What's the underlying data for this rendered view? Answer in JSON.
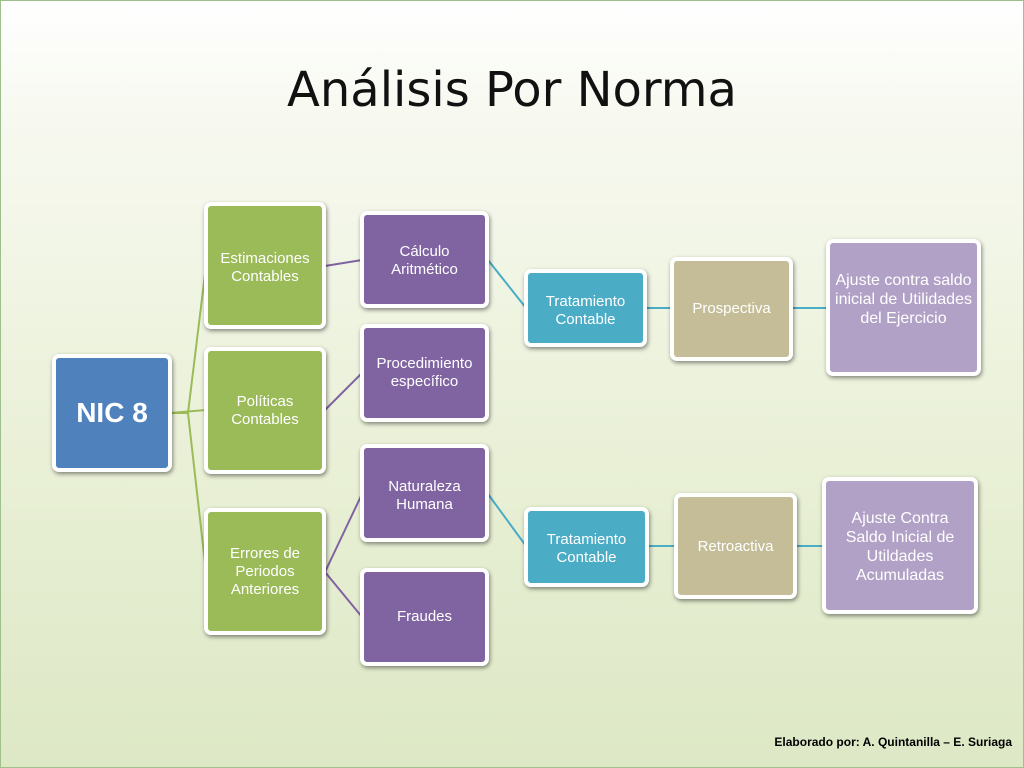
{
  "title": "Análisis Por Norma",
  "footer": "Elaborado por: A. Quintanilla – E. Suriaga",
  "colors": {
    "root": "#4f81bd",
    "level1": "#9bbb59",
    "level2": "#8064a2",
    "treatment": "#4bacc6",
    "method": "#c4bd97",
    "result": "#b2a1c7"
  },
  "nodes": {
    "root": "NIC 8",
    "estimaciones": "Estimaciones Contables",
    "politicas": "Políticas Contables",
    "errores": "Errores de Periodos Anteriores",
    "calculo": "Cálculo Aritmético",
    "procedimiento": "Procedimiento específico",
    "naturaleza": "Naturaleza Humana",
    "fraudes": "Fraudes",
    "tratamiento1": "Tratamiento Contable",
    "tratamiento2": "Tratamiento Contable",
    "prospectiva": "Prospectiva",
    "retroactiva": "Retroactiva",
    "ajuste1": "Ajuste contra saldo inicial de Utilidades del Ejercicio",
    "ajuste2": "Ajuste Contra Saldo Inicial de Utildades Acumuladas"
  }
}
